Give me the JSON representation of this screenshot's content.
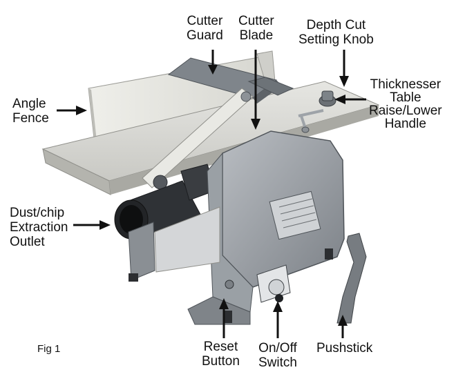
{
  "labels": {
    "cutter_guard": [
      "Cutter",
      "Guard"
    ],
    "cutter_blade": [
      "Cutter",
      "Blade"
    ],
    "depth_knob": [
      "Depth Cut",
      "Setting Knob"
    ],
    "thicknesser": [
      "Thicknesser",
      "Table",
      "Raise/Lower",
      "Handle"
    ],
    "angle_fence": [
      "Angle",
      "Fence"
    ],
    "dust_outlet": [
      "Dust/chip",
      "Extraction",
      "Outlet"
    ],
    "reset_button": [
      "Reset",
      "Button"
    ],
    "onoff_switch": [
      "On/Off",
      "Switch"
    ],
    "pushstick": [
      "Pushstick"
    ]
  },
  "figure_caption": "Fig 1",
  "colors": {
    "ink": "#111111",
    "table": "#d9d9d4",
    "body": "#8e9399",
    "dark": "#3a3a3a"
  }
}
